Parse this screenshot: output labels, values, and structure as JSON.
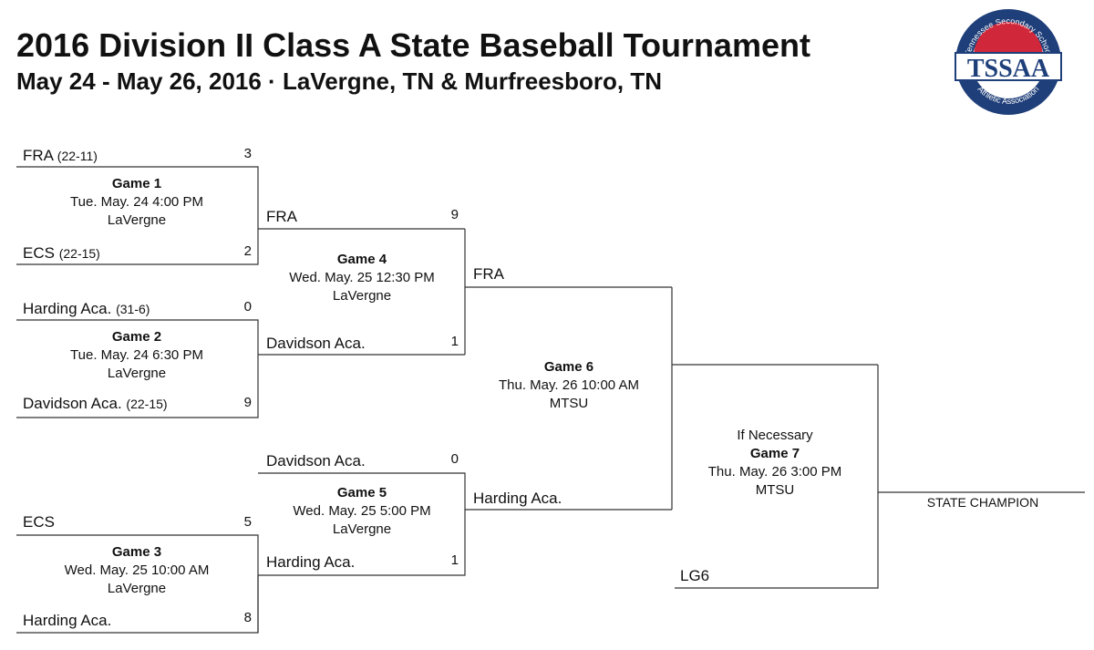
{
  "header": {
    "title": "2016 Division II Class A State Baseball Tournament",
    "subtitle": "May 24 - May 26, 2016 · LaVergne, TN & Murfreesboro, TN"
  },
  "logo": {
    "arc_top": "Tennessee Secondary School",
    "arc_bottom": "Athletic Association",
    "abbr": "TSSAA",
    "colors": {
      "navy": "#1f3f7a",
      "red": "#d0283a",
      "white": "#ffffff"
    }
  },
  "colors": {
    "line": "#333333",
    "text": "#111111"
  },
  "round1": [
    {
      "game": "Game 1",
      "date": "Tue. May. 24 4:00 PM",
      "venue": "LaVergne",
      "top": {
        "team": "FRA",
        "record": "(22-11)",
        "score": "3"
      },
      "bottom": {
        "team": "ECS",
        "record": "(22-15)",
        "score": "2"
      }
    },
    {
      "game": "Game 2",
      "date": "Tue. May. 24 6:30 PM",
      "venue": "LaVergne",
      "top": {
        "team": "Harding Aca.",
        "record": "(31-6)",
        "score": "0"
      },
      "bottom": {
        "team": "Davidson Aca.",
        "record": "(22-15)",
        "score": "9"
      }
    },
    {
      "game": "Game 3",
      "date": "Wed. May. 25 10:00 AM",
      "venue": "LaVergne",
      "top": {
        "team": "ECS",
        "score": "5"
      },
      "bottom": {
        "team": "Harding Aca.",
        "score": "8"
      }
    }
  ],
  "round2": [
    {
      "game": "Game 4",
      "date": "Wed. May. 25 12:30 PM",
      "venue": "LaVergne",
      "top": {
        "team": "FRA",
        "score": "9"
      },
      "bottom": {
        "team": "Davidson Aca.",
        "score": "1"
      }
    },
    {
      "game": "Game 5",
      "date": "Wed. May. 25 5:00 PM",
      "venue": "LaVergne",
      "top": {
        "team": "Davidson Aca.",
        "score": "0"
      },
      "bottom": {
        "team": "Harding Aca.",
        "score": "1"
      }
    }
  ],
  "round3": {
    "game": "Game 6",
    "date": "Thu. May. 26 10:00 AM",
    "venue": "MTSU",
    "top": {
      "team": "FRA"
    },
    "bottom": {
      "team": "Harding Aca."
    }
  },
  "final": {
    "note": "If Necessary",
    "game": "Game 7",
    "date": "Thu. May. 26 3:00 PM",
    "venue": "MTSU",
    "bottom": {
      "team": "LG6"
    },
    "champion_label": "STATE CHAMPION"
  }
}
